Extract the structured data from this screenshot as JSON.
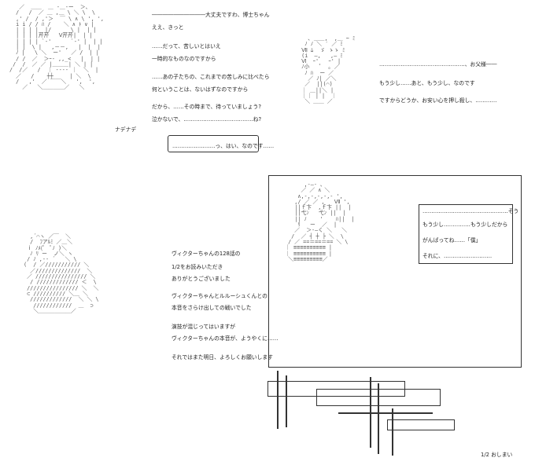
{
  "panel1": {
    "lines": [
      "――――――――――大丈夫ですわ、博士ちゃん",
      "ええ、きっと",
      "……だって、苦しいとはいえ",
      "一時的なものなのですから",
      "……あの子たちの、これまでの苦しみに比べたら",
      "何ということは、ないはずなのですから",
      "だから、……その時まで、待っていましょう?",
      "泣かないで、…………………………………ね?"
    ],
    "sfx": "ナデナデ",
    "scroll_text": "……………………っ、はい、なのです……",
    "art_left": "   ／  ＿＿  ＿ -＿-ー  ＞、 \n  /   /  ／ ＿ ,＿ \\ ＼ \\  \\\n  ,' /  / ,'＞  ￣ \\ ∧ \\ ', ',\n  i i / / ﾊ /    ＼ ∧ ﾄ ∨ |\n  | | | |  |/      \\ |  | |\n  | | | |芹芹   Ⅴ芹芹|  | |\n  | | | | `-'      `-' |  | |\n  | |  \\ |   ,－－,   |  |  |\n  ﾉ |   \\ ＼  ー'   ／ /  | |\n  / /  ／  ＞ｰ- ,,_<   |  | |\n /  /  ／ ／ |＿＿＿| ＼ | |\n/  /／   /  ｜ ---- ｜  ＼  |\n  ／   /    ┼┼     | ＼  \\\n  /   ,'  ／ ￣￣＼   ',  ',\n    ／   ＼＿＿＿＿／   ＼",
    "art_right": "    ､ ＿＿,  ,＿ ~ ﾐ\n   ﾉ ﾉ ＼ ′ ／ ﾐ\n  Ⅶ ﾑ  ゞ ゝゝ ﾐ\n  (i  ―,   ,― ﾐ\n  Ⅵ  ｰ'   ｰ' |\n  ﾉ小   ﾟ  ｡ ／\n   ﾉ ﾊ  ー ／\n    ／ ﾉ| ／＼\n   ／  ||(⌒)\n  ｜ ＿||＼ |\n  ｜｜ | |  ｜\n   ＼ ＿＿ ／",
    "right_lines": [
      "…………………………………………、お父様――",
      "もう少し……あと、もう少し、なのです",
      "ですからどうか、お安い心を押し殺し、…………"
    ]
  },
  "panel2": {
    "lines": [
      "ヴィクターちゃんの128話の",
      "1/2をお読みいただき",
      "ありがとうございました",
      "ヴィクターちゃんとルルーシュくんとの",
      "本音をさらけ出しての戦いでした",
      "演技が混じってはいますが",
      "ヴィクターちゃんの本音が、ようやくに……",
      "それではまた明日、よろしくお願いします"
    ],
    "art": "  ,´⌒ヽ ／￣  ＼\n  /  ﾌアﾙﾐ ／＿＼\n ｉ ﾉﾒ(ﾟ  ﾟﾉ )＼\n  ﾉ ﾘ ー  ノ＼ ヽ\n / ﾉ ,-‐ ´   ＼ \\\n(  / ／/////////// ＼\n  ／//////////////  ＼\n ／ //////////////// ＼\n  / ///////////// ＜  \\\n //////////////// ＼  ＼\n ⊂ ////////// ＼＿ ＼\n  /////////////  ＼ ＼ \\\n   ////////////  ＿  ⊃\n   ＼＿＿＿＿＿＿／"
  },
  "panel3": {
    "box_lines": [
      "…………………………………………そう",
      "もう少し……………もう少しだから",
      "がんばってね……「僕」",
      "それに、………………………"
    ],
    "art": "      ,‐―‐ ､\n     ／ ／ ∧ ＼\n    ∧,‐,‐,‐,‐,‐ ',\n   ,/ ／ ／ ,   Ⅶ ',\n   ||ｆ卞  ,ｆ卞 ||  |\n   ||弋ﾝ   弋ﾝ ||  |\n   || ﾉ    '    ﾊ||  |\n    ﾘ   ー  ／  |\n   ／  ＞‐―く ＼   ＼\n  /  ／ ┤ ┼ ├ ＼  \\\n / ／ ==＝==＝== ＼ \\\n｜ ≡≡≡≡≡≡≡≡≡≡ |\n｜ ≡≡≡≡≡≡≡≡≡≡ |\n ＼≡≡≡≡≡≡≡≡≡／",
    "page_label": "1/2 おしまい"
  }
}
